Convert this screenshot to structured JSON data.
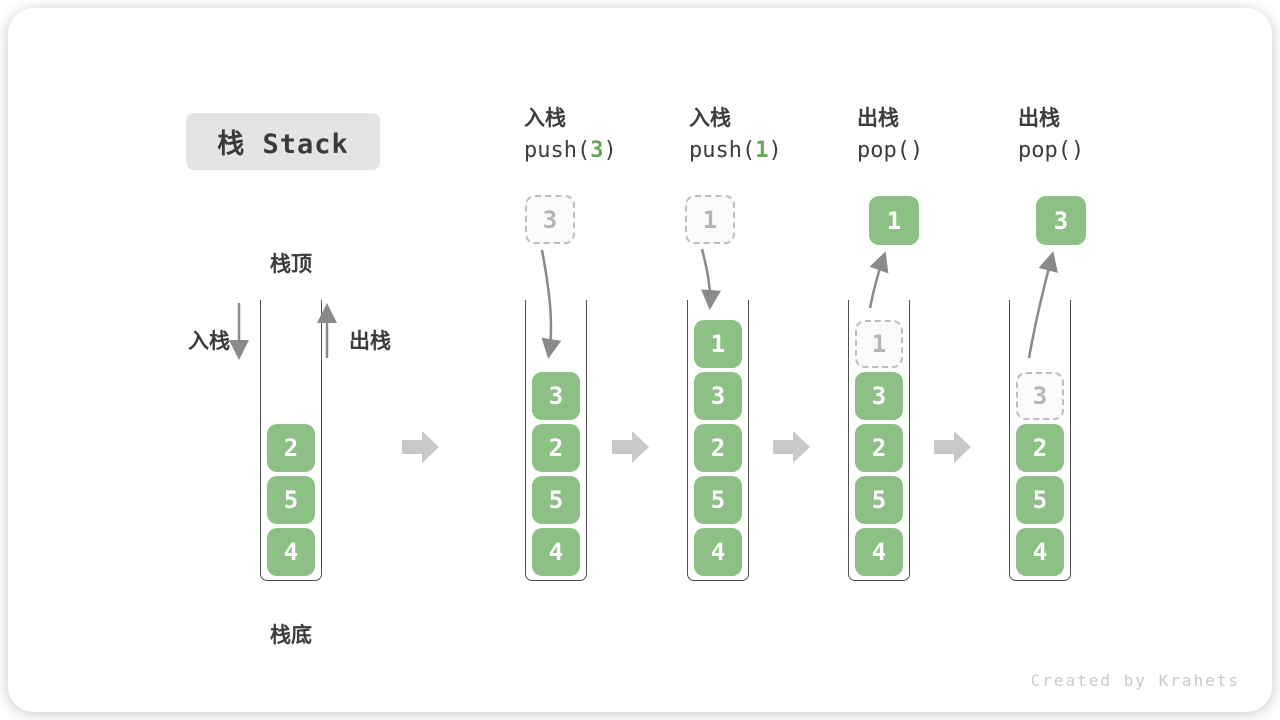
{
  "title": {
    "text": "栈 Stack"
  },
  "footer": {
    "credit": "Created by Krahets"
  },
  "colors": {
    "element_green": "#8cc084",
    "code_arg_green": "#67a55c",
    "dashed_border_gray": "#bdbdbd",
    "dashed_text_gray": "#b5b5b5",
    "label_dark": "#3b3b3b",
    "curved_arrow_gray": "#8a8a8a",
    "block_arrow_gray": "#c8c8c8",
    "badge_bg": "#e4e4e4"
  },
  "initial": {
    "top_label": "栈顶",
    "bottom_label": "栈底",
    "push_label": "入栈",
    "pop_label": "出栈",
    "elements": [
      "2",
      "5",
      "4"
    ]
  },
  "steps": [
    {
      "label": "入栈",
      "code_open": "push(",
      "code_arg": "3",
      "code_close": ")",
      "floating_value": "3",
      "floating_style": "dashed-incoming",
      "stack": [
        "3",
        "2",
        "5",
        "4"
      ]
    },
    {
      "label": "入栈",
      "code_open": "push(",
      "code_arg": "1",
      "code_close": ")",
      "floating_value": "1",
      "floating_style": "dashed-incoming",
      "stack": [
        "1",
        "3",
        "2",
        "5",
        "4"
      ]
    },
    {
      "label": "出栈",
      "code_open": "pop(",
      "code_arg": "",
      "code_close": ")",
      "floating_value": "1",
      "floating_style": "solid-popped",
      "popped_slot_value": "1",
      "stack": [
        "3",
        "2",
        "5",
        "4"
      ]
    },
    {
      "label": "出栈",
      "code_open": "pop(",
      "code_arg": "",
      "code_close": ")",
      "floating_value": "3",
      "floating_style": "solid-popped",
      "popped_slot_value": "3",
      "stack": [
        "2",
        "5",
        "4"
      ]
    }
  ]
}
